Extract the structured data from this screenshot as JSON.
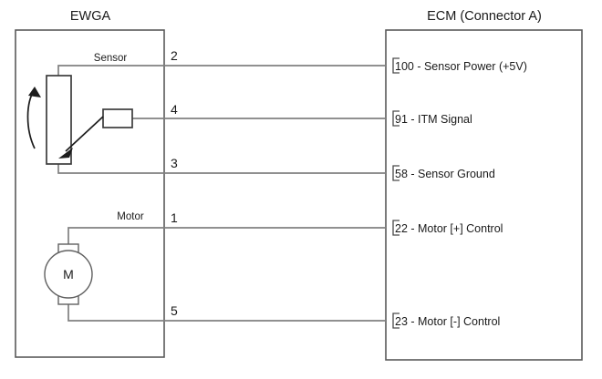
{
  "diagram": {
    "left_block": {
      "title": "EWGA",
      "branches": [
        {
          "label": "Sensor"
        },
        {
          "label": "Motor"
        }
      ],
      "motor_symbol_letter": "M"
    },
    "right_block": {
      "title": "ECM (Connector A)"
    },
    "connections": [
      {
        "connector_pin": "2",
        "ecm_pin": "100 - Sensor Power (+5V)",
        "group": "sensor"
      },
      {
        "connector_pin": "4",
        "ecm_pin": "91 - ITM Signal",
        "group": "sensor"
      },
      {
        "connector_pin": "3",
        "ecm_pin": "58 - Sensor Ground",
        "group": "sensor"
      },
      {
        "connector_pin": "1",
        "ecm_pin": "22 - Motor [+] Control",
        "group": "motor"
      },
      {
        "connector_pin": "5",
        "ecm_pin": "23 - Motor [-] Control",
        "group": "motor"
      }
    ],
    "colors": {
      "wire": "#808080",
      "enclosure": "#5a5a5a",
      "component": "#3c3c3c",
      "text": "#1a1a1a",
      "background": "#ffffff"
    }
  }
}
